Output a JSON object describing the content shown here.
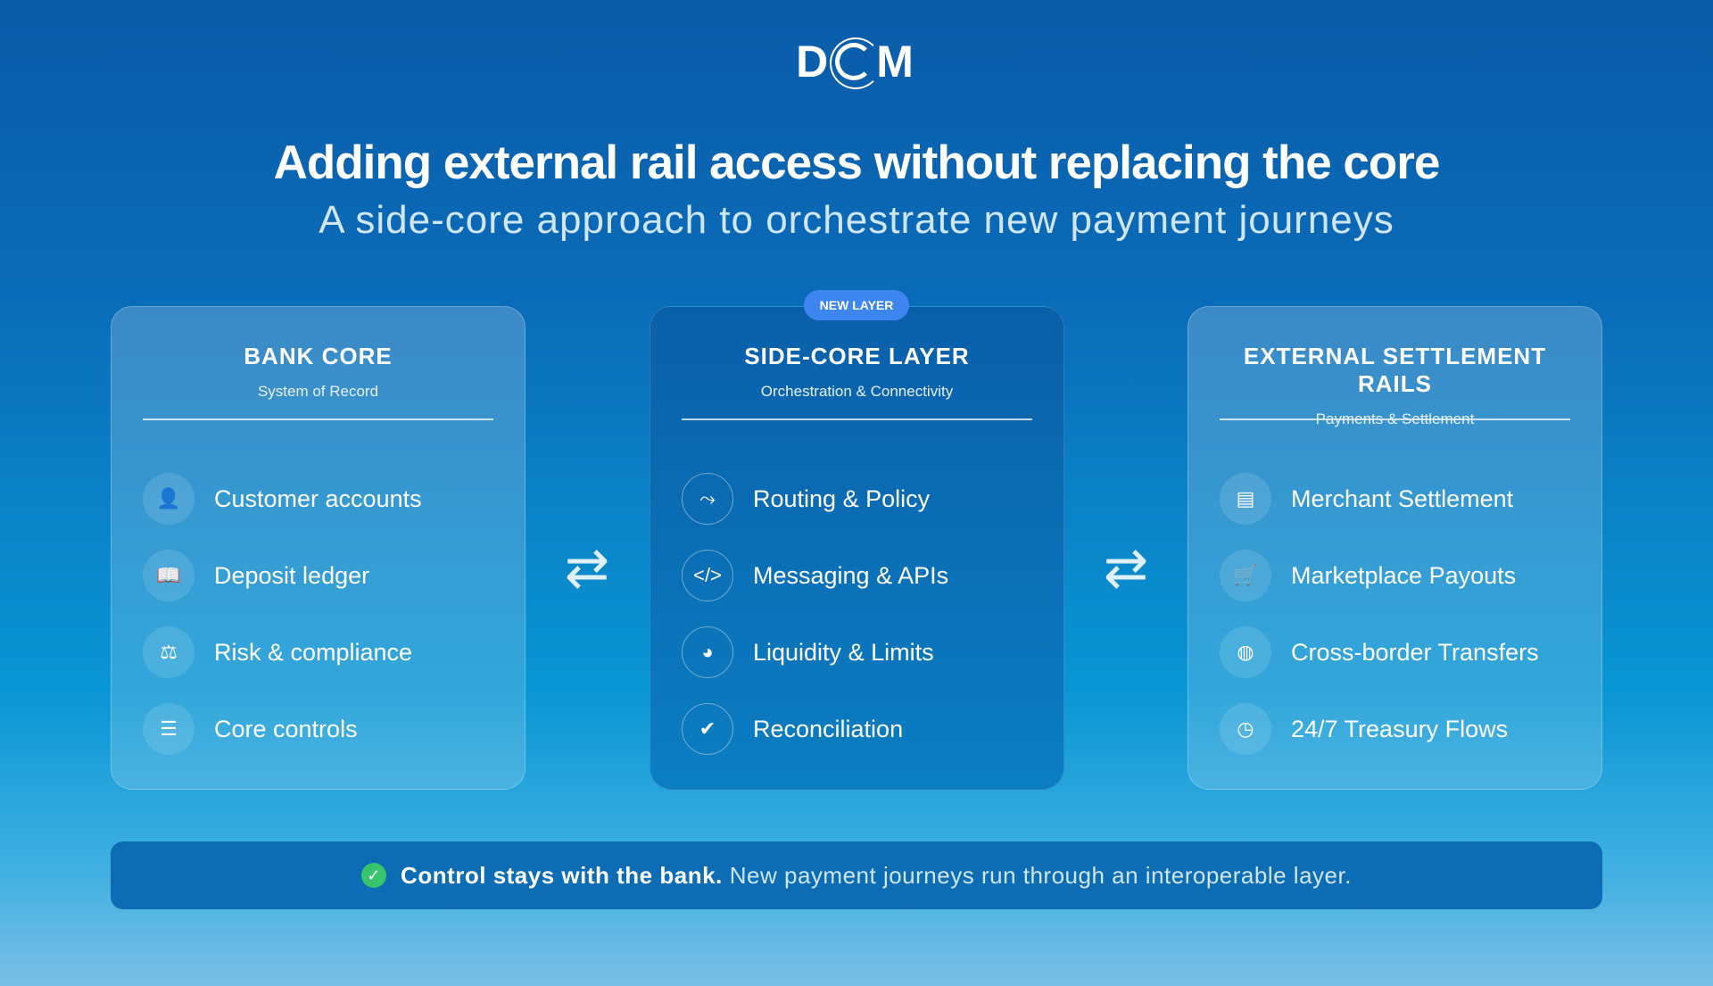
{
  "logo": {
    "text": "DCM",
    "left": "D",
    "right": "M"
  },
  "header": {
    "title": "Adding external rail access without replacing the core",
    "subtitle": "A side-core approach to orchestrate new payment journeys"
  },
  "badge": "NEW LAYER",
  "cards": [
    {
      "title": "BANK CORE",
      "subtitle": "System of Record",
      "items": [
        {
          "label": "Customer accounts",
          "icon": "user-shield-icon",
          "glyph": "👤"
        },
        {
          "label": "Deposit ledger",
          "icon": "book-icon",
          "glyph": "📖"
        },
        {
          "label": "Risk & compliance",
          "icon": "scale-icon",
          "glyph": "⚖"
        },
        {
          "label": "Core controls",
          "icon": "sliders-icon",
          "glyph": "☰"
        }
      ]
    },
    {
      "title": "SIDE-CORE LAYER",
      "subtitle": "Orchestration & Connectivity",
      "items": [
        {
          "label": "Routing & Policy",
          "icon": "route-icon",
          "glyph": "⤳"
        },
        {
          "label": "Messaging & APIs",
          "icon": "code-icon",
          "glyph": "</>"
        },
        {
          "label": "Liquidity & Limits",
          "icon": "pie-chart-icon",
          "glyph": "◕"
        },
        {
          "label": "Reconciliation",
          "icon": "double-check-icon",
          "glyph": "✔"
        }
      ]
    },
    {
      "title": "EXTERNAL SETTLEMENT RAILS",
      "subtitle": "Payments & Settlement",
      "items": [
        {
          "label": "Merchant Settlement",
          "icon": "store-icon",
          "glyph": "▤"
        },
        {
          "label": "Marketplace Payouts",
          "icon": "cart-icon",
          "glyph": "🛒"
        },
        {
          "label": "Cross-border Transfers",
          "icon": "globe-icon",
          "glyph": "◍"
        },
        {
          "label": "24/7 Treasury Flows",
          "icon": "clock-icon",
          "glyph": "◷"
        }
      ]
    }
  ],
  "arrows": "⇄",
  "footer": {
    "bold": "Control stays with the bank.",
    "rest": "New payment journeys run through an interoperable layer.",
    "check": "✓"
  }
}
